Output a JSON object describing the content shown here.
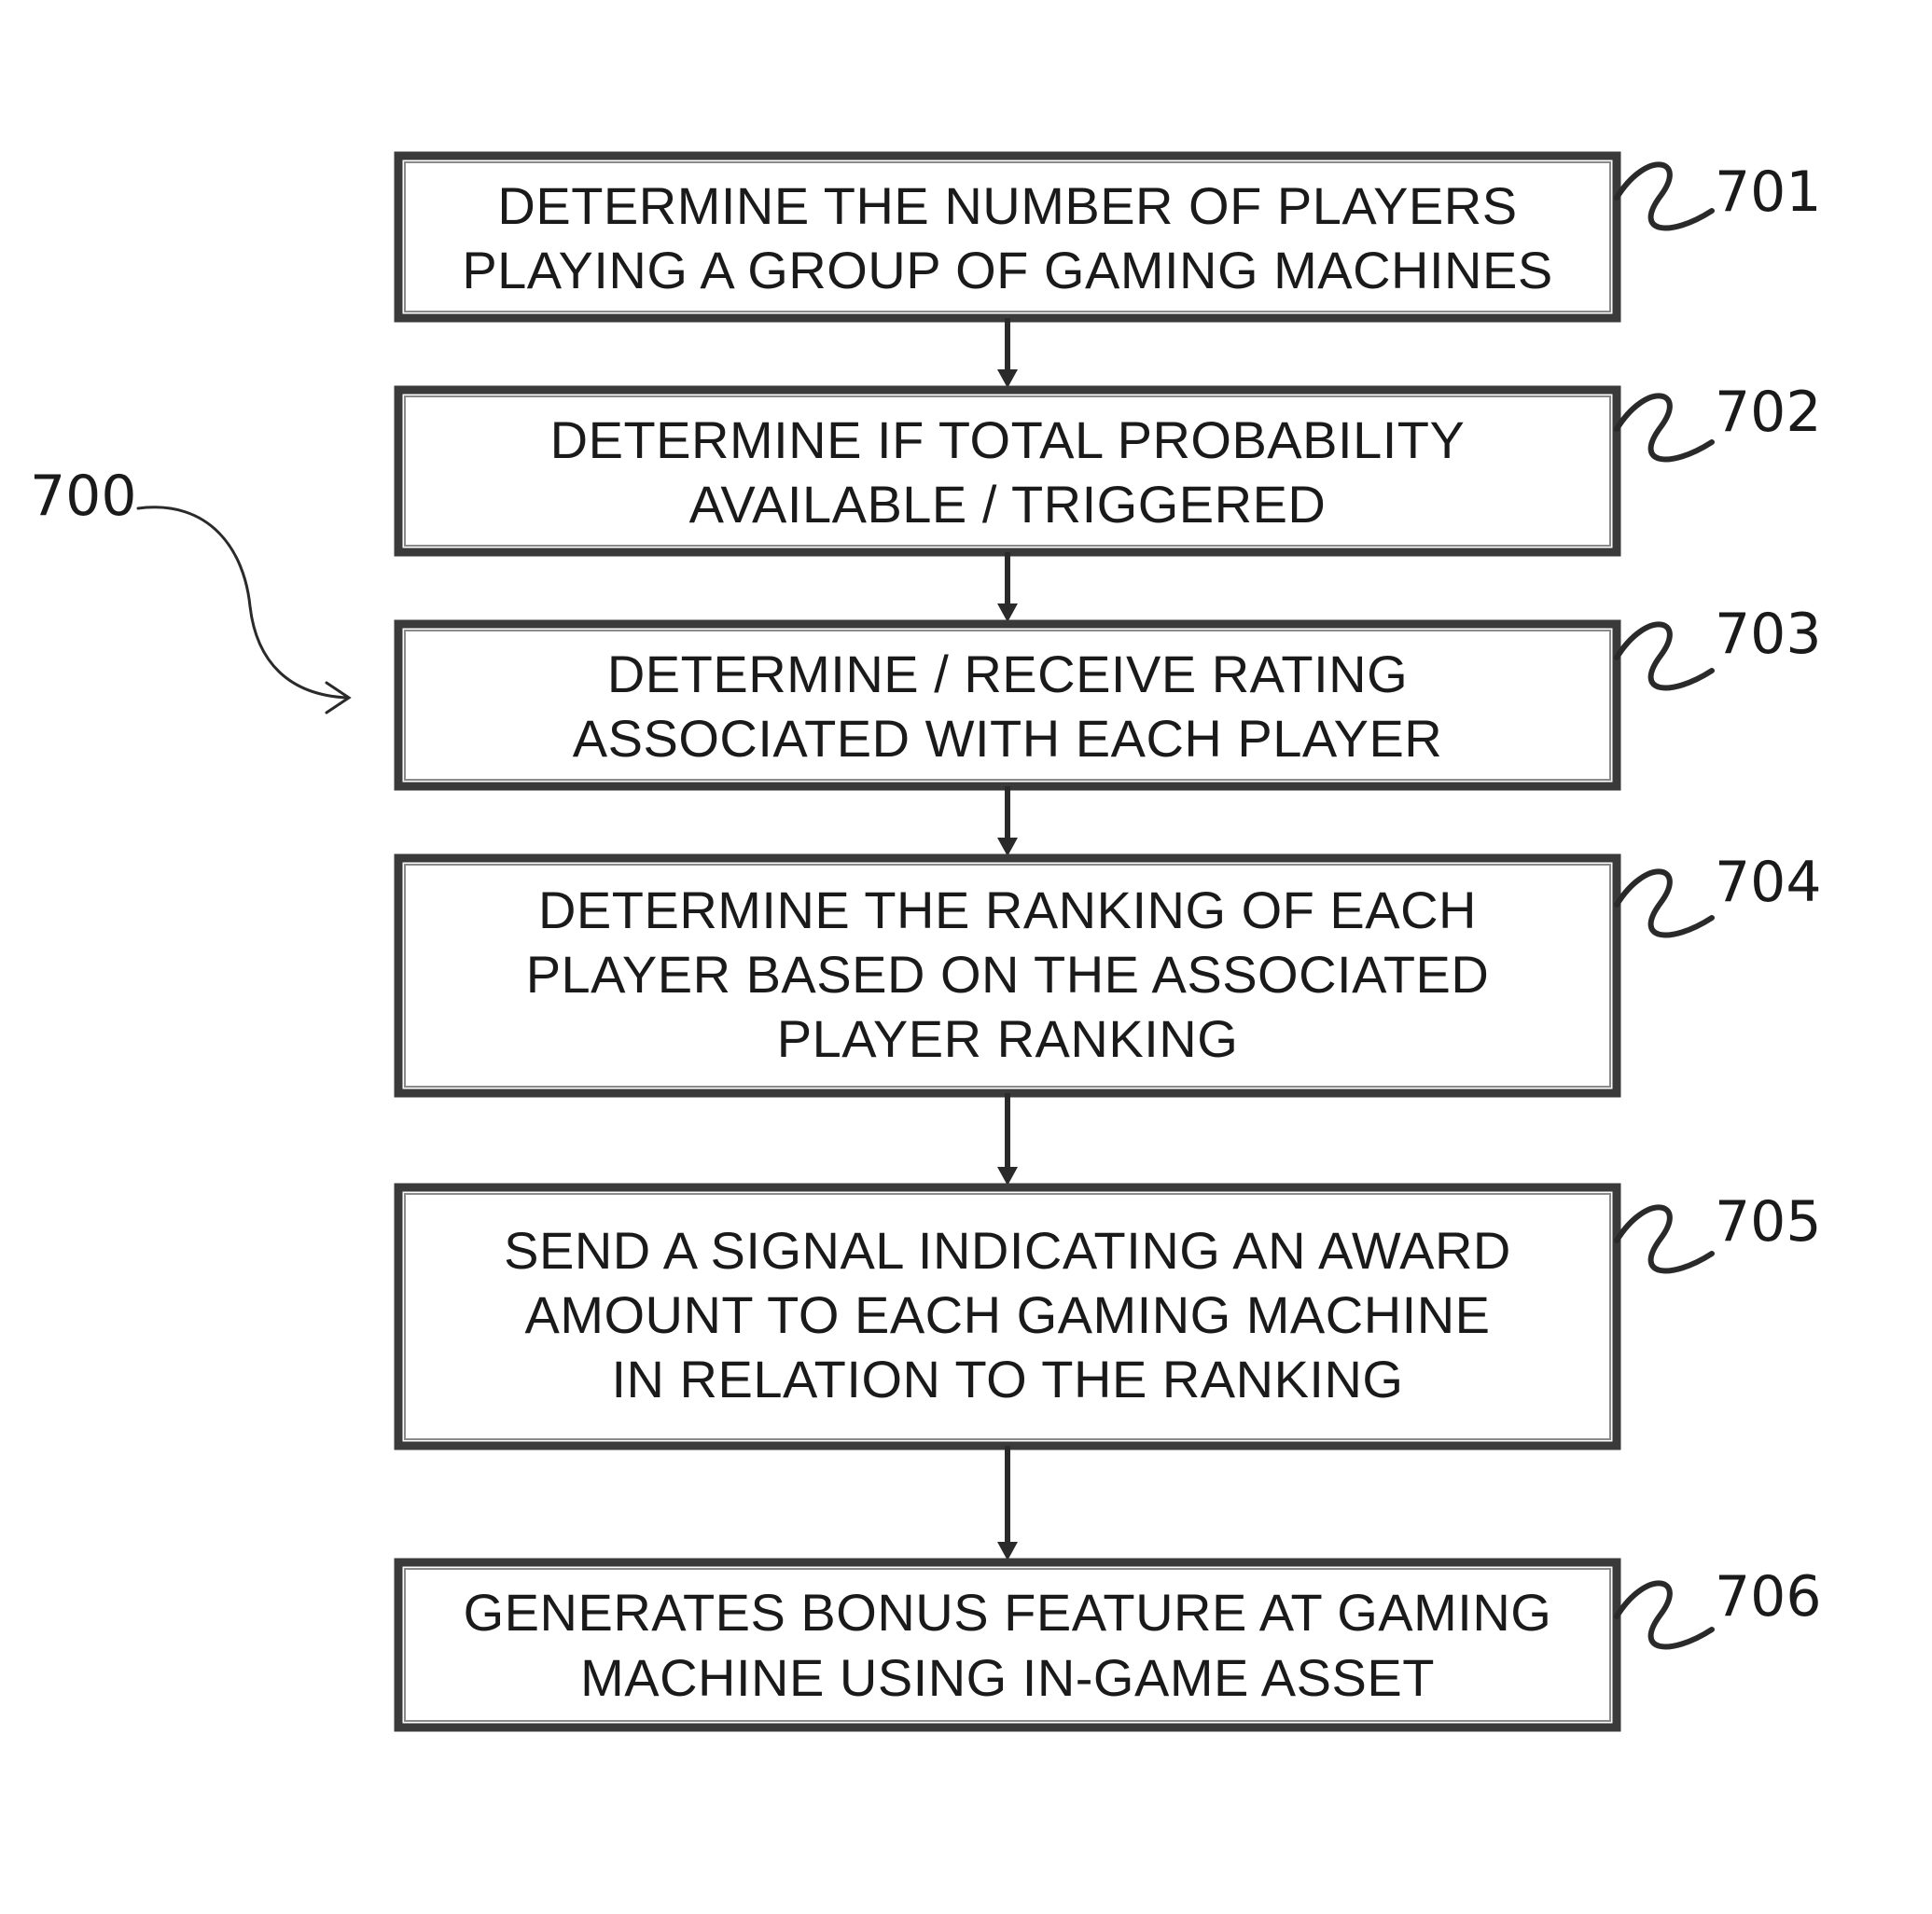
{
  "figure_label": "700",
  "steps": [
    {
      "ref": "701",
      "lines": [
        "DETERMINE THE NUMBER OF PLAYERS",
        "PLAYING A GROUP OF GAMING MACHINES"
      ]
    },
    {
      "ref": "702",
      "lines": [
        "DETERMINE IF TOTAL PROBABILITY",
        "AVAILABLE / TRIGGERED"
      ]
    },
    {
      "ref": "703",
      "lines": [
        "DETERMINE / RECEIVE RATING",
        "ASSOCIATED WITH EACH PLAYER"
      ]
    },
    {
      "ref": "704",
      "lines": [
        "DETERMINE THE RANKING OF EACH",
        "PLAYER BASED ON THE ASSOCIATED",
        "PLAYER RANKING"
      ]
    },
    {
      "ref": "705",
      "lines": [
        "SEND A SIGNAL INDICATING AN AWARD",
        "AMOUNT TO EACH GAMING MACHINE",
        "IN RELATION TO THE RANKING"
      ]
    },
    {
      "ref": "706",
      "lines": [
        "GENERATES BONUS FEATURE AT GAMING",
        "MACHINE USING IN-GAME ASSET"
      ]
    }
  ]
}
